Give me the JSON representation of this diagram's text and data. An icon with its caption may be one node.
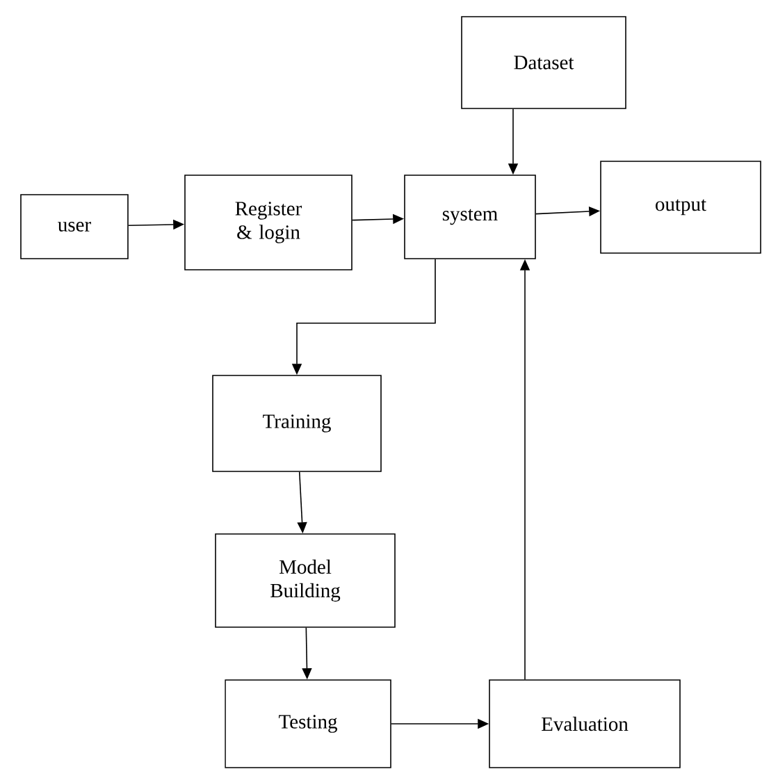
{
  "diagram": {
    "nodes": [
      {
        "text": [
          "user"
        ]
      },
      {
        "text": [
          "Register & login"
        ]
      },
      {
        "text": [
          "system"
        ]
      },
      {
        "text": [
          "Dataset"
        ]
      },
      {
        "text": [
          "output"
        ]
      },
      {
        "text": [
          "Training"
        ]
      },
      {
        "text": [
          "Model Building"
        ]
      },
      {
        "text": [
          "Testing"
        ]
      },
      {
        "text": [
          "Evaluation"
        ]
      }
    ],
    "edges": [
      {
        "from": 0,
        "to": 1,
        "arrow": "to"
      },
      {
        "from": 1,
        "to": 2,
        "arrow": "to"
      },
      {
        "from": 3,
        "to": 2,
        "arrow": "to"
      },
      {
        "from": 2,
        "to": 4,
        "arrow": "to"
      },
      {
        "from": 2,
        "to": 5,
        "arrow": "to"
      },
      {
        "from": 5,
        "to": 6,
        "arrow": "to"
      },
      {
        "from": 6,
        "to": 7,
        "arrow": "to"
      },
      {
        "from": 7,
        "to": 8,
        "arrow": "to"
      },
      {
        "from": 8,
        "to": 2,
        "arrow": "to"
      }
    ]
  }
}
